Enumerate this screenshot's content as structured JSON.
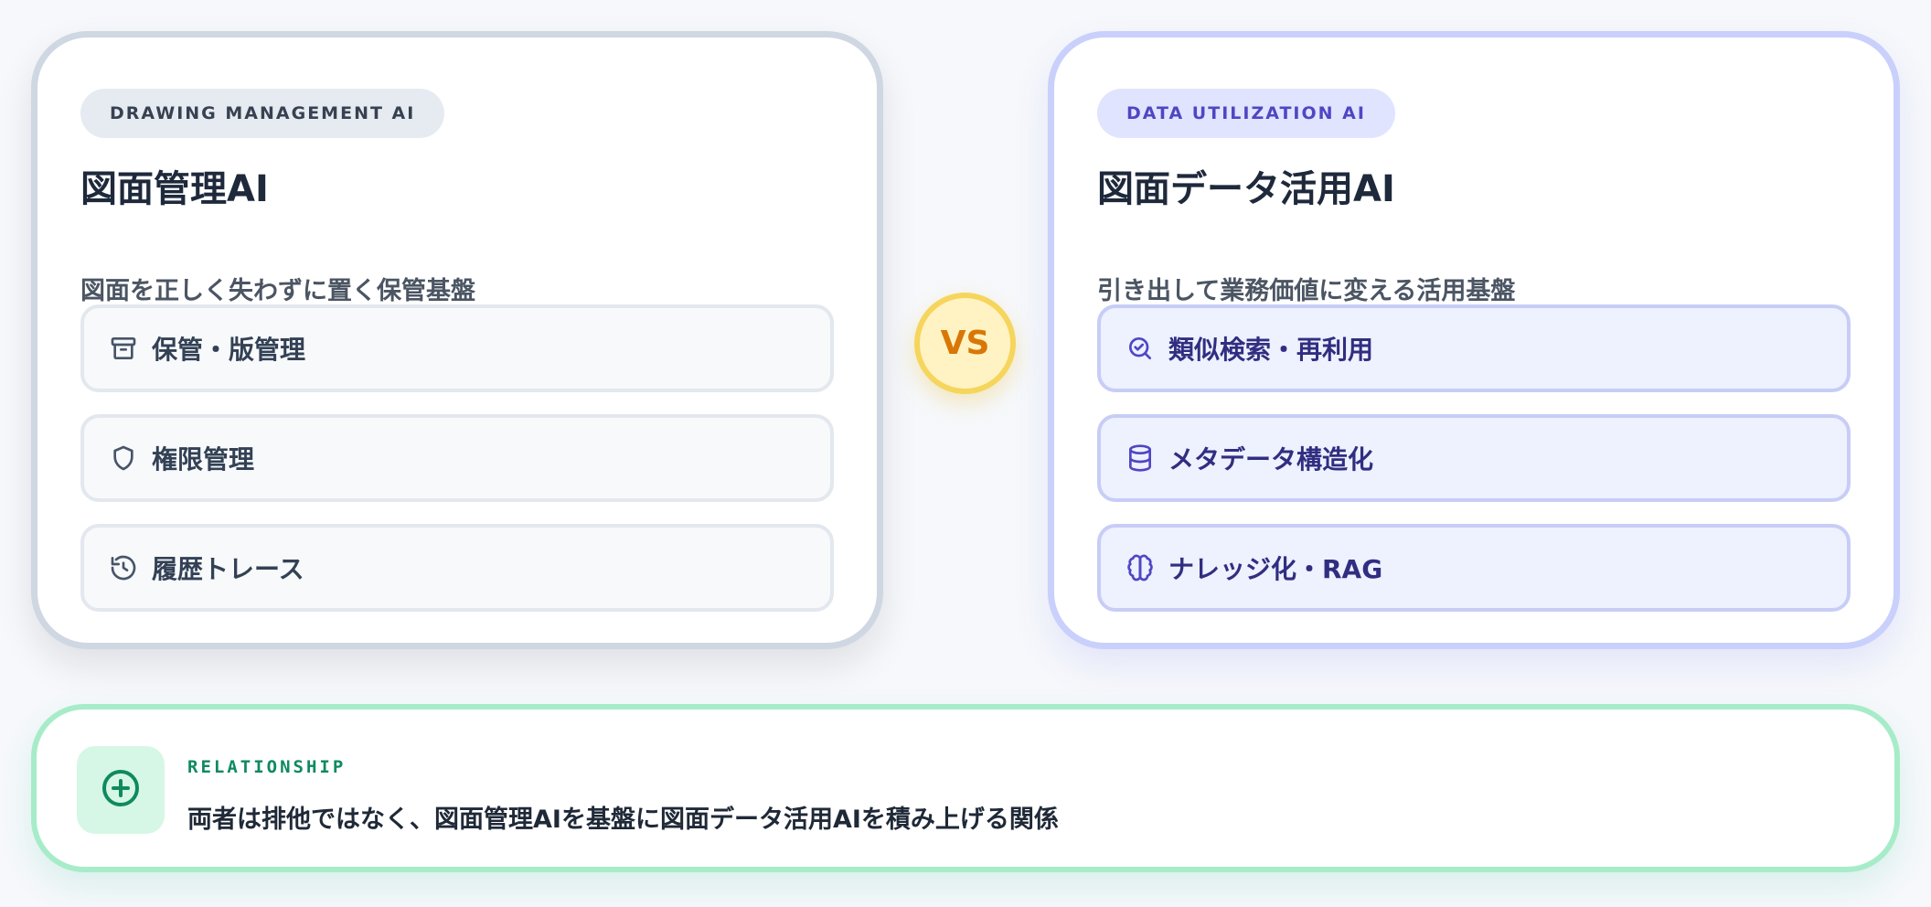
{
  "left_card": {
    "tag": "DRAWING MANAGEMENT AI",
    "title": "図面管理AI",
    "subtitle": "図面を正しく失わずに置く保管基盤",
    "features": [
      {
        "label": "保管・版管理",
        "icon": "archive-box-icon"
      },
      {
        "label": "権限管理",
        "icon": "shield-icon"
      },
      {
        "label": "履歴トレース",
        "icon": "history-icon"
      }
    ]
  },
  "vs": {
    "label": "VS"
  },
  "right_card": {
    "tag": "DATA UTILIZATION AI",
    "title": "図面データ活用AI",
    "subtitle": "引き出して業務価値に変える活用基盤",
    "features": [
      {
        "label": "類似検索・再利用",
        "icon": "search-check-icon"
      },
      {
        "label": "メタデータ構造化",
        "icon": "database-icon"
      },
      {
        "label": "ナレッジ化・RAG",
        "icon": "brain-icon"
      }
    ]
  },
  "relationship": {
    "eyebrow": "RELATIONSHIP",
    "text": "両者は排他ではなく、図面管理AIを基盤に図面データ活用AIを積み上げる関係",
    "icon": "plus-circle-icon"
  },
  "colors": {
    "left_accent": "#475569",
    "right_accent": "#4f46c4",
    "vs_accent": "#d97706",
    "relation_accent": "#0f8a5f"
  }
}
